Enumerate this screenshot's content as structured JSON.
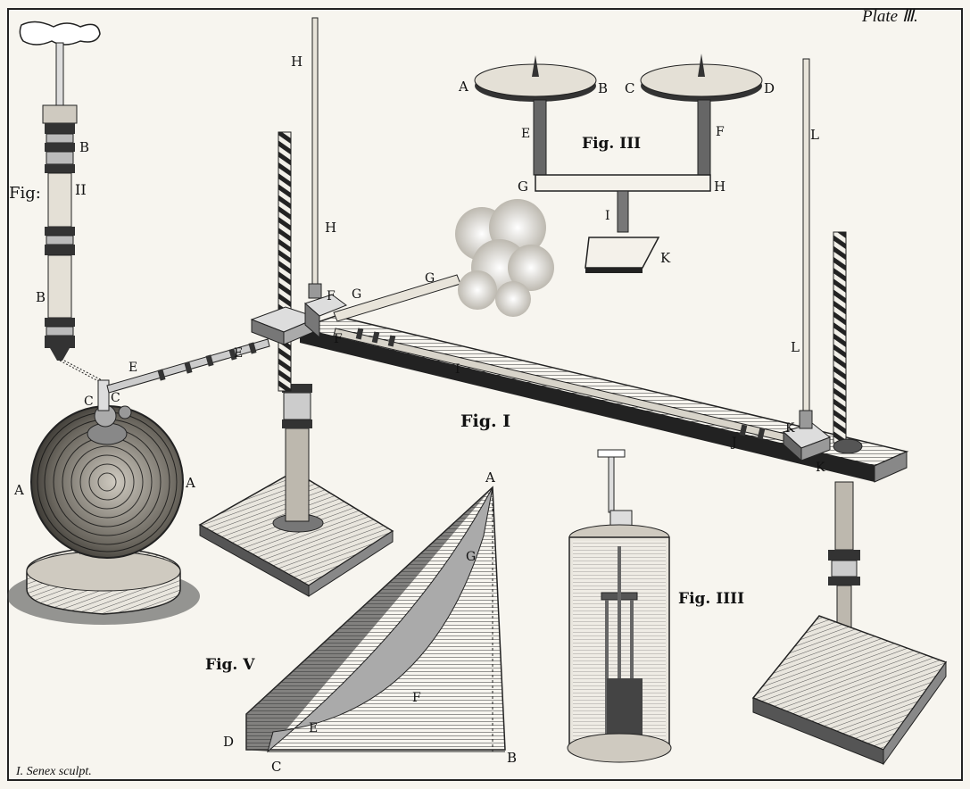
{
  "plate_title": "Plate Ⅲ.",
  "engraver_signature": "I. Senex sculpt.",
  "figures": {
    "fig1": {
      "caption": "Fig. I"
    },
    "fig2": {
      "caption_left": "Fig:",
      "caption_right": "II"
    },
    "fig3": {
      "caption": "Fig. III"
    },
    "fig4": {
      "caption": "Fig. IIII"
    },
    "fig5": {
      "caption": "Fig. V"
    }
  },
  "letters": {
    "globe_A_left": "A",
    "globe_A_right": "A",
    "globe_C_left": "C",
    "globe_C_right": "C",
    "pipe_E_1": "E",
    "pipe_E_2": "E",
    "stand_F_1": "F",
    "stand_F_2": "F",
    "tube_G_1": "G",
    "tube_G_2": "G",
    "rod_H_top": "H",
    "rod_H_mid": "H",
    "pipe_I": "I",
    "rod_L_top": "L",
    "rod_L_mid": "L",
    "pipe_J": "J",
    "block_K_1": "K",
    "block_K_2": "K",
    "pump_B_top": "B",
    "pump_B_bottom": "B",
    "plate_A": "A",
    "plate_B": "B",
    "plate_C": "C",
    "plate_D": "D",
    "stem_E": "E",
    "stem_F": "F",
    "beam_G": "G",
    "beam_H": "H",
    "hook_I": "I",
    "pan_K": "K",
    "tri_A": "A",
    "tri_B": "B",
    "tri_C": "C",
    "tri_D": "D",
    "curve_E": "E",
    "curve_F": "F",
    "curve_G": "G"
  },
  "colors": {
    "paper": "#f7f5ef",
    "ink": "#111111",
    "shade": "#6b6b6b"
  }
}
